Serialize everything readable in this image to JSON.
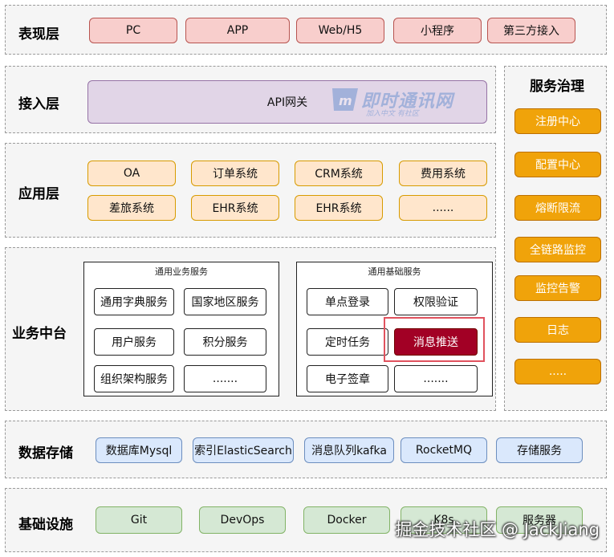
{
  "layers": {
    "presentation": {
      "label": "表现层",
      "items": [
        "PC",
        "APP",
        "Web/H5",
        "小程序",
        "第三方接入"
      ]
    },
    "access": {
      "label": "接入层",
      "gateway": "API网关"
    },
    "application": {
      "label": "应用层",
      "row1": [
        "OA",
        "订单系统",
        "CRM系统",
        "费用系统"
      ],
      "row2": [
        "差旅系统",
        "EHR系统",
        "EHR系统",
        "......"
      ]
    },
    "middle": {
      "label": "业务中台",
      "business_panel": {
        "title": "通用业务服务",
        "items": [
          "通用字典服务",
          "国家地区服务",
          "用户服务",
          "积分服务",
          "组织架构服务",
          "......."
        ]
      },
      "base_panel": {
        "title": "通用基础服务",
        "items": [
          "单点登录",
          "权限验证",
          "定时任务",
          "消息推送",
          "电子签章",
          "......."
        ]
      }
    },
    "storage": {
      "label": "数据存储",
      "items": [
        "数据库Mysql",
        "索引ElasticSearch",
        "消息队列kafka",
        "RocketMQ",
        "存储服务"
      ]
    },
    "infra": {
      "label": "基础设施",
      "items": [
        "Git",
        "DevOps",
        "Docker",
        "K8s",
        "服务器"
      ]
    }
  },
  "governance": {
    "title": "服务治理",
    "items": [
      "注册中心",
      "配置中心",
      "熔断限流",
      "全链路监控",
      "监控告警",
      "日志",
      "....."
    ]
  },
  "watermark": {
    "logo_text": "即时通讯网",
    "logo_sub": "加入中文 有社区",
    "footer": "掘金技术社区 @ JackJiang"
  },
  "colors": {
    "highlight": "#e0525e",
    "dark_red": "#a20025",
    "orange": "#f0a30a"
  }
}
